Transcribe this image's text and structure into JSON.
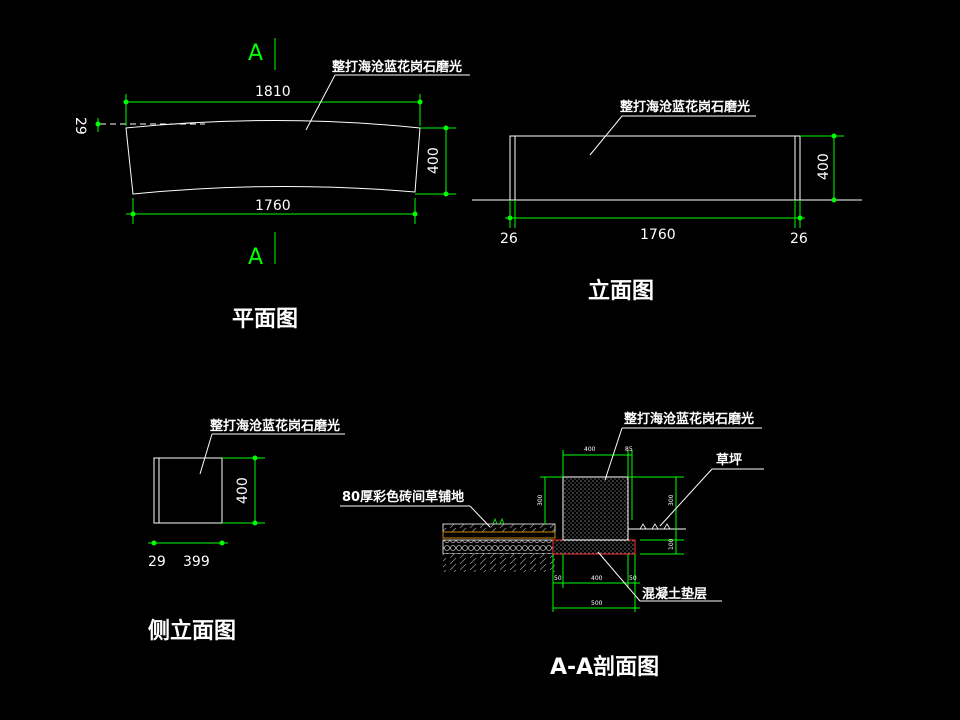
{
  "plan": {
    "title": "平面图",
    "note": "整打海沧蓝花岗石磨光",
    "dim_top": "1810",
    "dim_bottom": "1760",
    "dim_right": "400",
    "dim_left": "29",
    "section_top": "A",
    "section_bottom": "A"
  },
  "elevation": {
    "title": "立面图",
    "note": "整打海沧蓝花岗石磨光",
    "dim_width": "1760",
    "dim_left": "26",
    "dim_right": "26",
    "dim_height": "400"
  },
  "side": {
    "title": "侧立面图",
    "note": "整打海沧蓝花岗石磨光",
    "dim_height": "400",
    "dim_a": "29",
    "dim_b": "399"
  },
  "section": {
    "title": "A-A剖面图",
    "note_stone": "整打海沧蓝花岗石磨光",
    "note_grass": "草坪",
    "note_paving": "80厚彩色砖间草铺地",
    "note_concrete": "混凝土垫层",
    "dim_top_a": "400",
    "dim_top_b": "85",
    "dim_left": "300",
    "dim_right_a": "300",
    "dim_right_b": "100",
    "dim_bottom_a": "50",
    "dim_bottom_b": "400",
    "dim_bottom_c": "50",
    "dim_bottom_total": "500"
  }
}
